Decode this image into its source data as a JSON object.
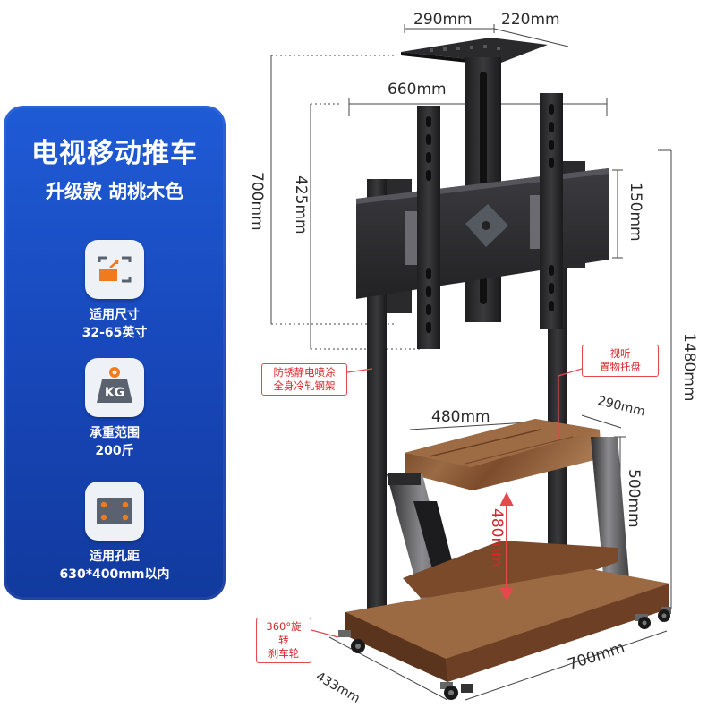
{
  "card": {
    "title": "电视移动推车",
    "subtitle": "升级款 胡桃木色",
    "features": [
      {
        "icon": "screen-size-icon",
        "label_line1": "适用尺寸",
        "label_line2": "32-65英寸"
      },
      {
        "icon": "weight-kg-icon",
        "icon_text": "KG",
        "label_line1": "承重范围",
        "label_line2": "200斤"
      },
      {
        "icon": "hole-spacing-icon",
        "label_line1": "适用孔距",
        "label_line2": "630*400mm以内"
      }
    ]
  },
  "callouts": {
    "frame_line1": "防锈静电喷涂",
    "frame_line2": "全身冷轧钢架",
    "tray_line1": "视听",
    "tray_line2": "置物托盘",
    "wheel_line1": "360°旋转",
    "wheel_line2": "刹车轮"
  },
  "dimensions": {
    "top_tray_width": "290mm",
    "top_tray_depth": "220mm",
    "bracket_width": "660mm",
    "total_adjust_height": "700mm",
    "bracket_height": "425mm",
    "plate_height": "150mm",
    "total_height": "1480mm",
    "shelf_width": "480mm",
    "shelf_depth": "290mm",
    "column_height": "500mm",
    "shelf_gap": "480mm",
    "base_depth": "433mm",
    "base_width": "700mm"
  },
  "colors": {
    "card_blue": "#1a4fc6",
    "accent_red": "#e5484d",
    "steel": "#2b2b2d",
    "walnut": "#8a5a36"
  }
}
